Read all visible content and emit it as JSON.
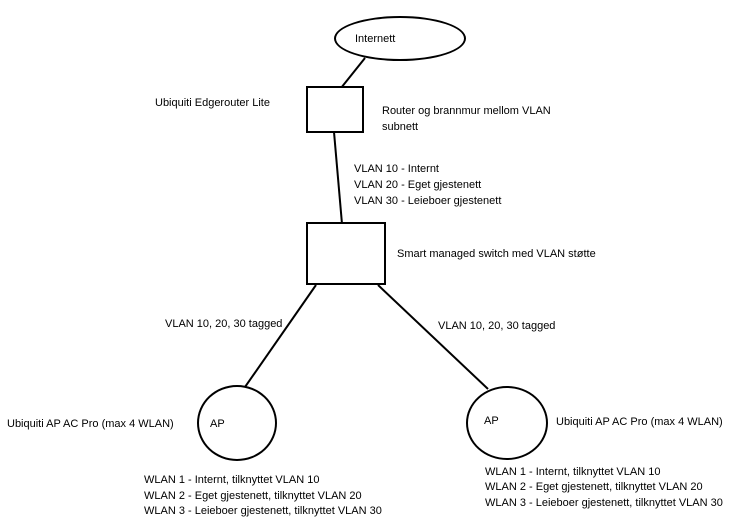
{
  "nodes": {
    "internet": {
      "label": "Internett"
    },
    "router": {
      "name": "Ubiquiti Edgerouter Lite",
      "description_line1": "Router og brannmur mellom VLAN",
      "description_line2": "subnett"
    },
    "switch": {
      "description": "Smart managed switch med VLAN støtte"
    },
    "ap_left": {
      "label": "AP",
      "name": "Ubiquiti AP AC Pro (max 4 WLAN)",
      "wlans": [
        "WLAN 1 - Internt, tilknyttet VLAN 10",
        "WLAN 2 - Eget gjestenett, tilknyttet VLAN 20",
        "WLAN 3 - Leieboer gjestenett, tilknyttet VLAN 30"
      ]
    },
    "ap_right": {
      "label": "AP",
      "name": "Ubiquiti AP AC Pro (max 4 WLAN)",
      "wlans": [
        "WLAN 1 - Internt, tilknyttet VLAN 10",
        "WLAN 2 - Eget gjestenett, tilknyttet VLAN 20",
        "WLAN 3 - Leieboer gjestenett, tilknyttet VLAN 30"
      ]
    }
  },
  "links": {
    "router_switch_vlans": [
      "VLAN 10 - Internt",
      "VLAN 20 - Eget gjestenett",
      "VLAN 30 - Leieboer gjestenett"
    ],
    "switch_ap_left": "VLAN 10, 20, 30 tagged",
    "switch_ap_right": "VLAN 10, 20, 30 tagged"
  }
}
